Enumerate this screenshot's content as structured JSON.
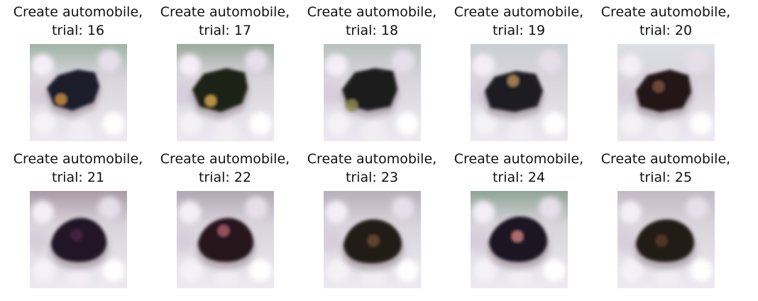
{
  "panels": [
    {
      "title_line1": "Create automobile,",
      "title_line2": "trial: 16",
      "tone": "#1d1a2b",
      "accent": "#c88a40"
    },
    {
      "title_line1": "Create automobile,",
      "title_line2": "trial: 17",
      "tone": "#1f2416",
      "accent": "#d3a34a"
    },
    {
      "title_line1": "Create automobile,",
      "title_line2": "trial: 18",
      "tone": "#1e1c1a",
      "accent": "#8a8a50"
    },
    {
      "title_line1": "Create automobile,",
      "title_line2": "trial: 19",
      "tone": "#1d1a24",
      "accent": "#b48a5a"
    },
    {
      "title_line1": "Create automobile,",
      "title_line2": "trial: 20",
      "tone": "#241519",
      "accent": "#7a5040"
    },
    {
      "title_line1": "Create automobile,",
      "title_line2": "trial: 21",
      "tone": "#241428",
      "accent": "#4a2040"
    },
    {
      "title_line1": "Create automobile,",
      "title_line2": "trial: 22",
      "tone": "#26151f",
      "accent": "#a85a6a"
    },
    {
      "title_line1": "Create automobile,",
      "title_line2": "trial: 23",
      "tone": "#241a17",
      "accent": "#6a4a30"
    },
    {
      "title_line1": "Create automobile,",
      "title_line2": "trial: 24",
      "tone": "#1c1720",
      "accent": "#c67a7a"
    },
    {
      "title_line1": "Create automobile,",
      "title_line2": "trial: 25",
      "tone": "#231a12",
      "accent": "#5a3a2a"
    }
  ]
}
